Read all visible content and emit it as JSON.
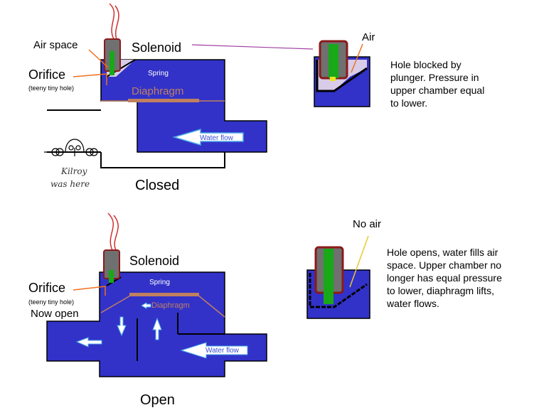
{
  "closed": {
    "air_space": "Air space",
    "solenoid": "Solenoid",
    "orifice": "Orifice",
    "orifice_note": "(teeny tiny hole)",
    "spring": "Spring",
    "diaphragm": "Diaphragm",
    "water_flow": "Water flow",
    "graffiti_1": "Kilroy",
    "graffiti_2": "was here",
    "state": "Closed"
  },
  "detail_closed": {
    "air": "Air",
    "caption": [
      "Hole blocked by",
      "plunger. Pressure in",
      "upper chamber equal",
      "to lower."
    ]
  },
  "open": {
    "solenoid": "Solenoid",
    "orifice": "Orifice",
    "orifice_note": "(teeny tiny hole)",
    "now_open": "Now open",
    "spring": "Spring",
    "diaphragm": "Diaphragm",
    "water_flow": "Water flow",
    "state": "Open"
  },
  "detail_open": {
    "no_air": "No air",
    "caption": [
      "Hole opens, water fills air",
      "space. Upper chamber no",
      "longer has equal pressure",
      "to lower, diaphragm lifts,",
      "water flows."
    ]
  },
  "colors": {
    "water": "#3232c8",
    "diaphragm": "#c08060",
    "plunger": "#18a818",
    "solenoid_body": "#707070",
    "solenoid_casing": "#8b1a1a",
    "air": "#d8cce8",
    "pointer_orange": "#f07020",
    "pointer_purple": "#a040a0",
    "pointer_yellow": "#e8c830",
    "wires": "#d03030"
  }
}
